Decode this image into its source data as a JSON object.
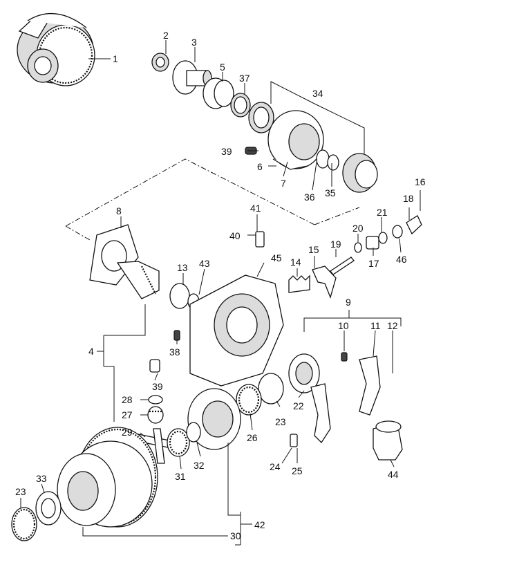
{
  "callouts": [
    {
      "id": "c1",
      "text": "1"
    },
    {
      "id": "c2",
      "text": "2"
    },
    {
      "id": "c3",
      "text": "3"
    },
    {
      "id": "c5",
      "text": "5"
    },
    {
      "id": "c37",
      "text": "37"
    },
    {
      "id": "c34",
      "text": "34"
    },
    {
      "id": "c39a",
      "text": "39"
    },
    {
      "id": "c6",
      "text": "6"
    },
    {
      "id": "c7",
      "text": "7"
    },
    {
      "id": "c36",
      "text": "36"
    },
    {
      "id": "c35",
      "text": "35"
    },
    {
      "id": "c16",
      "text": "16"
    },
    {
      "id": "c18",
      "text": "18"
    },
    {
      "id": "c21",
      "text": "21"
    },
    {
      "id": "c20",
      "text": "20"
    },
    {
      "id": "c19",
      "text": "19"
    },
    {
      "id": "c15",
      "text": "15"
    },
    {
      "id": "c17",
      "text": "17"
    },
    {
      "id": "c46",
      "text": "46"
    },
    {
      "id": "c8",
      "text": "8"
    },
    {
      "id": "c41",
      "text": "41"
    },
    {
      "id": "c40",
      "text": "40"
    },
    {
      "id": "c45",
      "text": "45"
    },
    {
      "id": "c14",
      "text": "14"
    },
    {
      "id": "c13",
      "text": "13"
    },
    {
      "id": "c43",
      "text": "43"
    },
    {
      "id": "c9",
      "text": "9"
    },
    {
      "id": "c10",
      "text": "10"
    },
    {
      "id": "c11",
      "text": "11"
    },
    {
      "id": "c12",
      "text": "12"
    },
    {
      "id": "c4",
      "text": "4"
    },
    {
      "id": "c38",
      "text": "38"
    },
    {
      "id": "c39b",
      "text": "39"
    },
    {
      "id": "c22",
      "text": "22"
    },
    {
      "id": "c28",
      "text": "28"
    },
    {
      "id": "c27",
      "text": "27"
    },
    {
      "id": "c23a",
      "text": "23"
    },
    {
      "id": "c26",
      "text": "26"
    },
    {
      "id": "c29",
      "text": "29"
    },
    {
      "id": "c32",
      "text": "32"
    },
    {
      "id": "c31",
      "text": "31"
    },
    {
      "id": "c24",
      "text": "24"
    },
    {
      "id": "c25",
      "text": "25"
    },
    {
      "id": "c44",
      "text": "44"
    },
    {
      "id": "c23b",
      "text": "23"
    },
    {
      "id": "c33",
      "text": "33"
    },
    {
      "id": "c42",
      "text": "42"
    },
    {
      "id": "c30",
      "text": "30"
    }
  ]
}
